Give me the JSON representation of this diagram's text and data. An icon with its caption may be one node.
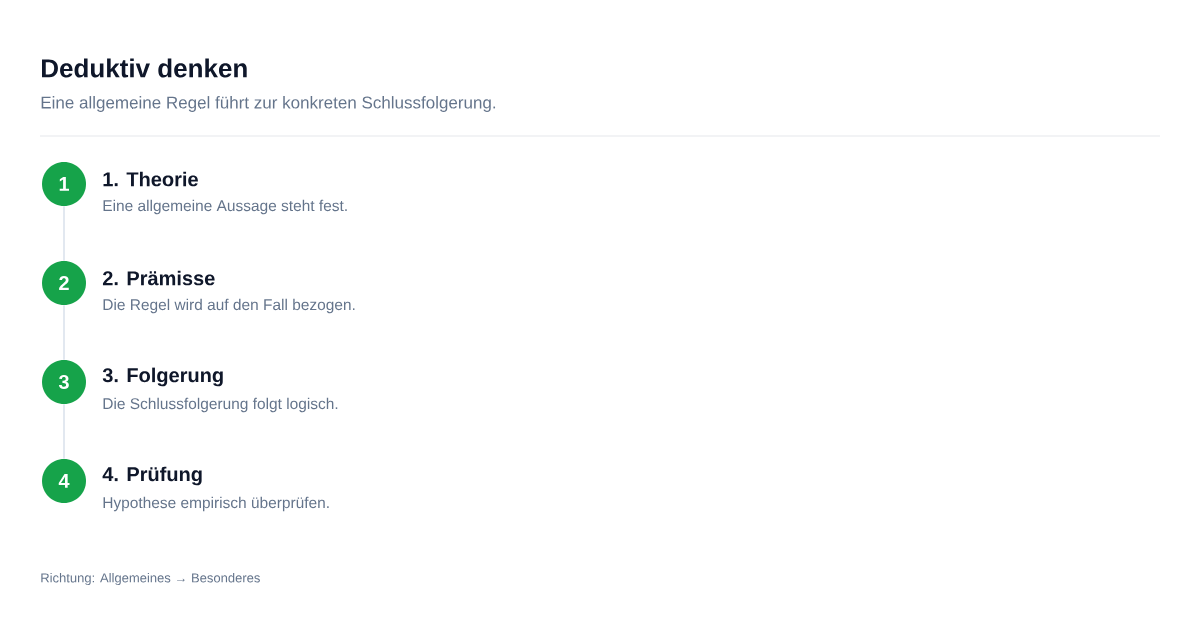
{
  "diagram": {
    "title": "Deduktiv denken",
    "nodes": [
      {
        "text": [
          "1"
        ],
        "beside": [
          "1. Theorie",
          "Eine allgemeine Aussage steht fest."
        ]
      },
      {
        "text": [
          "2"
        ],
        "beside": [
          "2. Prämisse",
          "Die Regel wird auf den Fall bezogen."
        ]
      },
      {
        "text": [
          "3"
        ],
        "beside": [
          "3. Folgerung",
          "Die Schlussfolgerung folgt logisch."
        ]
      },
      {
        "text": [
          "4"
        ],
        "beside": [
          "4. Prüfung",
          "Hypothese empirisch überprüfen."
        ]
      }
    ],
    "edges": [
      {
        "from": 0,
        "to": 1,
        "arrow": "none"
      },
      {
        "from": 1,
        "to": 2,
        "arrow": "none"
      },
      {
        "from": 2,
        "to": 3,
        "arrow": "none"
      }
    ],
    "labels": [
      "Eine allgemeine Regel führt zur konkreten Schlussfolgerung.",
      "Richtung: Allgemeines → Besonderes"
    ]
  }
}
